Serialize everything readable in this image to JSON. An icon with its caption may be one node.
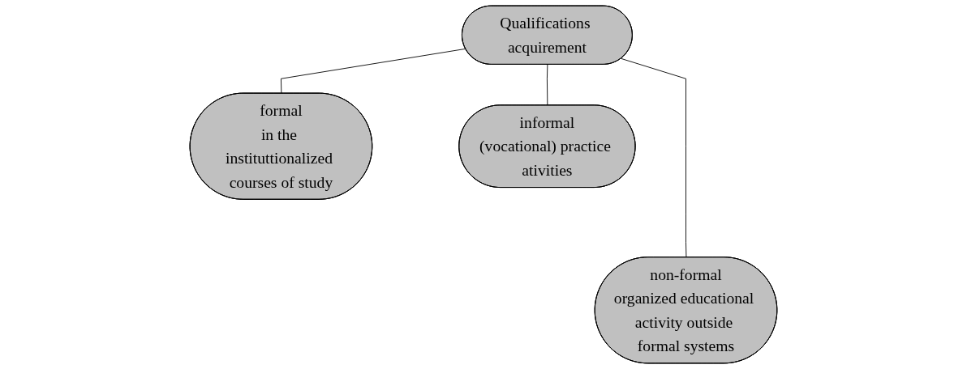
{
  "diagram": {
    "nodes": [
      {
        "text": [
          "Qualifications acquirement"
        ]
      },
      {
        "text": [
          "formal",
          "in the instituttionalized courses of study"
        ]
      },
      {
        "text": [
          "informal",
          "(vocational) practice ativities"
        ]
      },
      {
        "text": [
          "non-formal",
          "organized educational activity outside formal systems"
        ]
      }
    ],
    "edges": [
      {
        "from": 0,
        "to": 1,
        "arrow": "none"
      },
      {
        "from": 0,
        "to": 2,
        "arrow": "none"
      },
      {
        "from": 0,
        "to": 3,
        "arrow": "none"
      }
    ]
  }
}
